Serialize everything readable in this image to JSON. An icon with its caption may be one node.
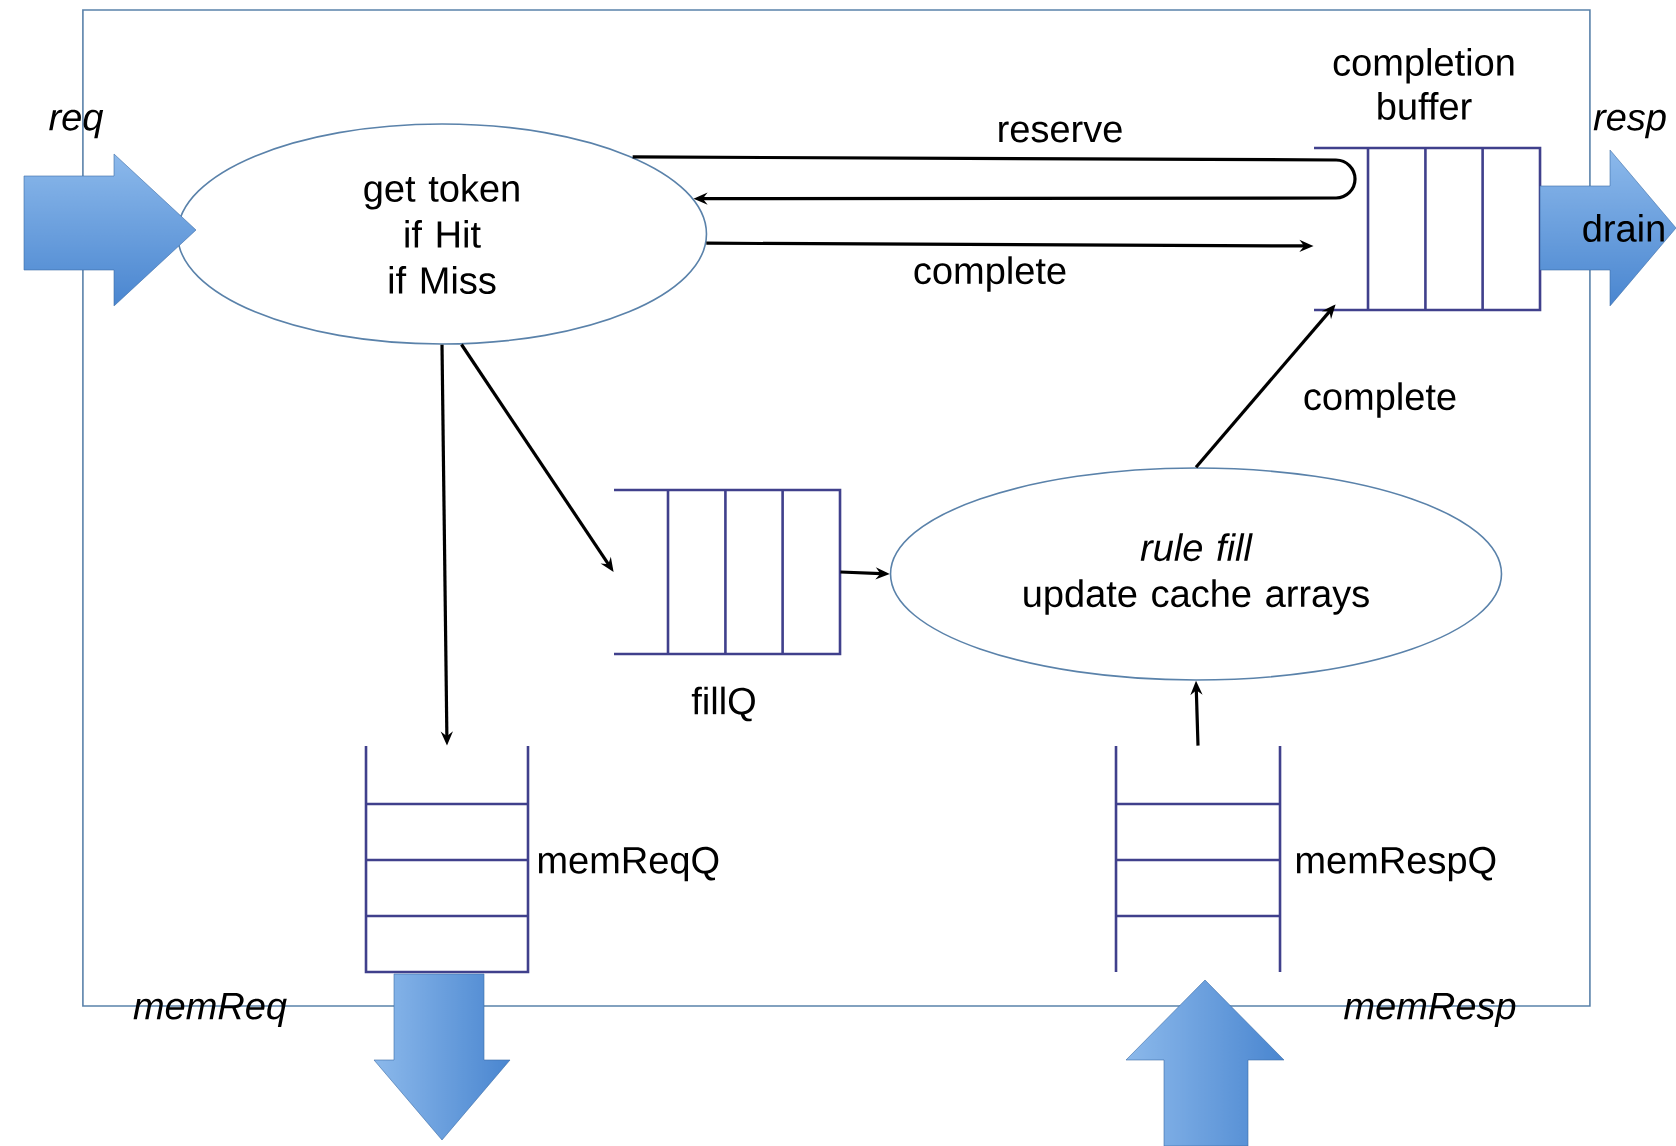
{
  "diagram": {
    "nodes": [
      {
        "text": [],
        "shape": "box"
      },
      {
        "text": [
          "get token",
          "if Hit",
          "if Miss"
        ],
        "in": 0
      },
      {
        "text": [
          "completion buffer"
        ],
        "in": 0
      },
      {
        "text": [
          "fillQ"
        ],
        "in": 0
      },
      {
        "text": [
          "rule fill",
          "update cache arrays"
        ],
        "in": 0
      },
      {
        "text": [
          "memReqQ"
        ],
        "in": 0
      },
      {
        "text": [
          "memRespQ"
        ],
        "in": 0
      },
      {
        "text": [],
        "shape": "arrow",
        "beside": [
          "req"
        ]
      },
      {
        "text": [
          "drain"
        ],
        "beside": [
          "resp"
        ]
      },
      {
        "text": [],
        "shape": "arrow"
      },
      {
        "text": [],
        "shape": "arrow"
      }
    ],
    "edges": [
      {
        "from": 1,
        "to": 2,
        "arrow": "none",
        "label": "reserve"
      },
      {
        "from": 2,
        "to": 1,
        "arrow": "to"
      },
      {
        "from": 1,
        "to": 2,
        "arrow": "to",
        "label": "complete"
      },
      {
        "from": 1,
        "to": 5,
        "arrow": "to"
      },
      {
        "from": 1,
        "to": 3,
        "arrow": "to"
      },
      {
        "from": 3,
        "to": 4,
        "arrow": "to"
      },
      {
        "from": 4,
        "to": 2,
        "arrow": "to",
        "label": "complete"
      },
      {
        "from": 6,
        "to": 4,
        "arrow": "to"
      }
    ],
    "labels": [
      "memReq",
      "memResp"
    ]
  }
}
